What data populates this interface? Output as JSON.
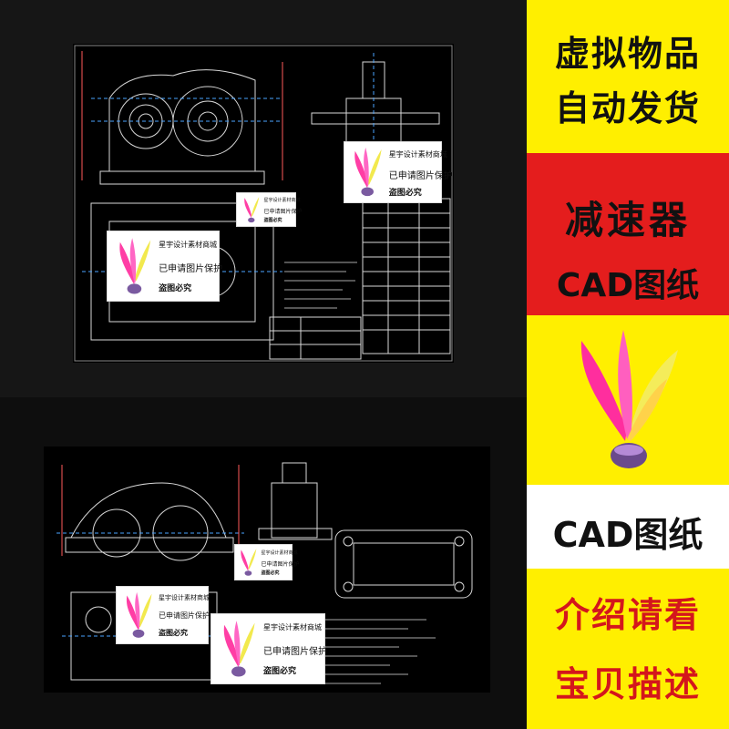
{
  "watermark": {
    "line1": "星宇设计素材商城",
    "line2": "已申请图片保护",
    "line3": "盗图必究"
  },
  "sidebar": {
    "promo_line1": "虚拟物品",
    "promo_line2": "自动发货",
    "product_line1": "减速器",
    "product_line2": "CAD图纸",
    "badge": "CAD图纸",
    "note_line1": "介绍请看",
    "note_line2": "宝贝描述"
  },
  "colors": {
    "sidebar_yellow": "#ffef00",
    "sidebar_red": "#e41d1d",
    "note_red": "#d4161c",
    "cad_background": "#000000"
  },
  "icons": [
    "shuttlecock-icon"
  ]
}
